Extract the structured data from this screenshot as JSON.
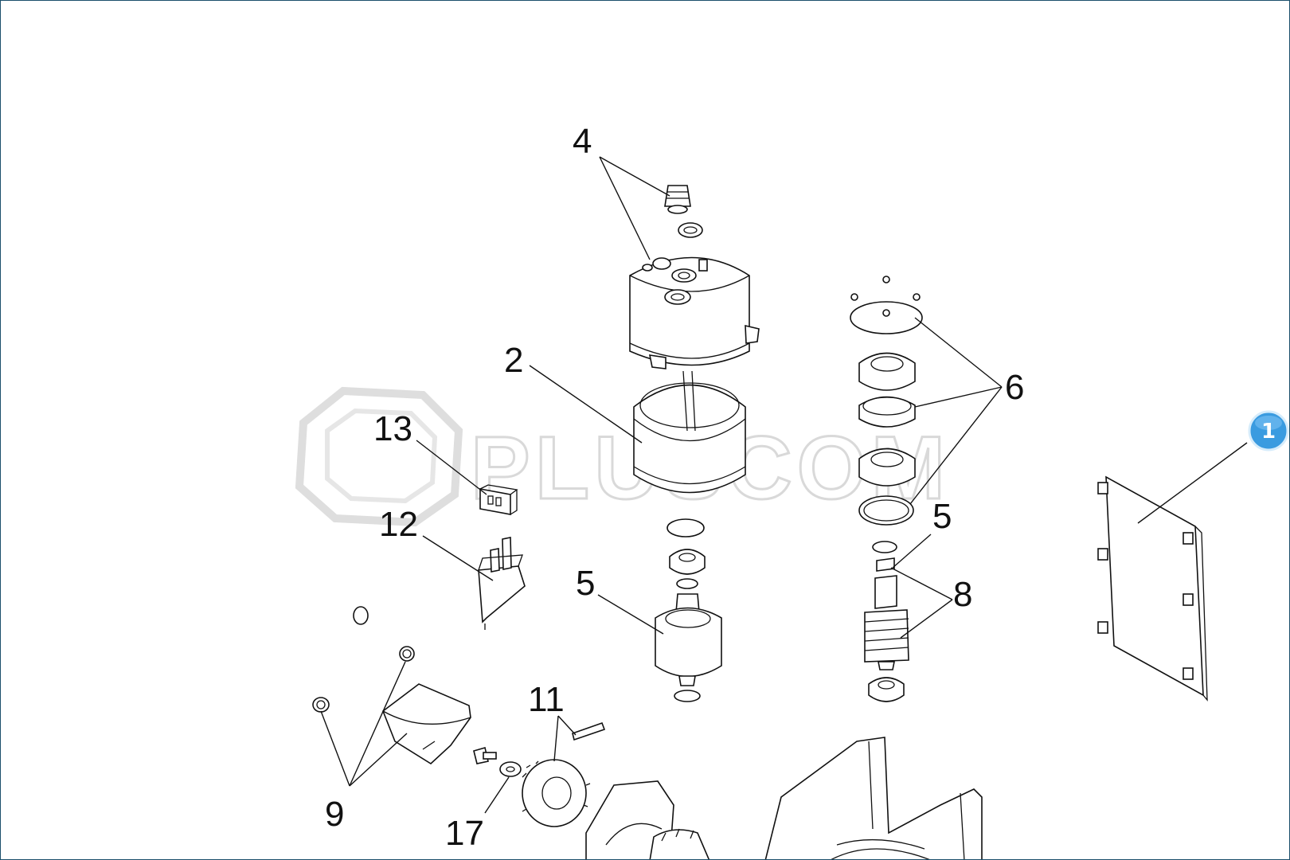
{
  "watermark": {
    "text": "PLUSCOM"
  },
  "badge": {
    "text": "1",
    "color": "#3a9be0"
  },
  "callouts": [
    {
      "id": "4",
      "text": "4"
    },
    {
      "id": "2",
      "text": "2"
    },
    {
      "id": "6",
      "text": "6"
    },
    {
      "id": "13",
      "text": "13"
    },
    {
      "id": "12",
      "text": "12"
    },
    {
      "id": "5a",
      "text": "5"
    },
    {
      "id": "5b",
      "text": "5"
    },
    {
      "id": "8",
      "text": "8"
    },
    {
      "id": "11",
      "text": "11"
    },
    {
      "id": "9",
      "text": "9"
    },
    {
      "id": "17",
      "text": "17"
    }
  ],
  "colors": {
    "frame": "#1c4f6b",
    "line": "#111111",
    "watermark": "#d9d9d9"
  }
}
